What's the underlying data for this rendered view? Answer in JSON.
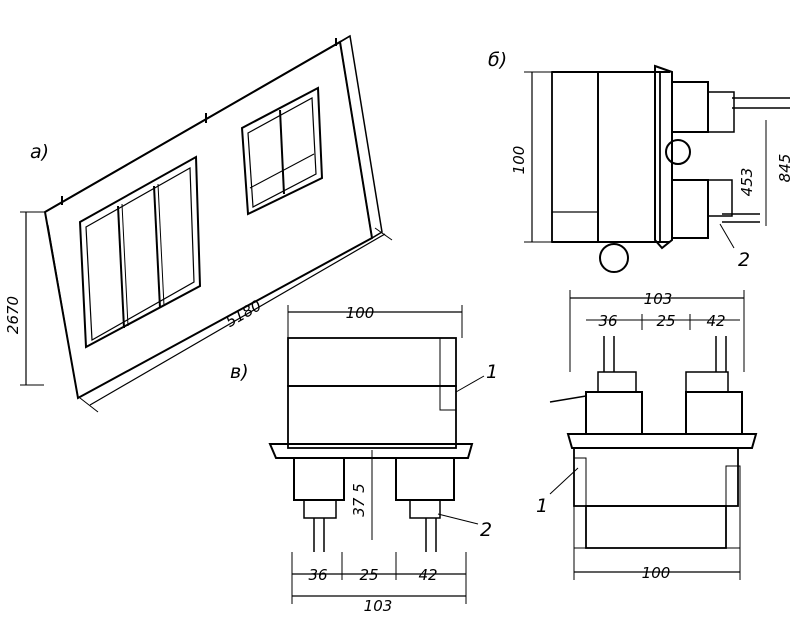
{
  "figure_a": {
    "panel_label": "a)",
    "height_dim": "2670",
    "length_dim": "5180"
  },
  "figure_b": {
    "panel_label": "б)",
    "thickness_dim": "100",
    "dim_453": "453",
    "dim_845": "845",
    "callout_2": "2"
  },
  "figure_v": {
    "panel_label": "в)",
    "top_dim": "100",
    "callout_1": "1",
    "callout_2": "2",
    "vertical_dim": "37 5",
    "bottom_dims": [
      "36",
      "25",
      "42"
    ],
    "total_dim": "103"
  },
  "figure_g": {
    "top_total_dim": "103",
    "top_dims": [
      "36",
      "25",
      "42"
    ],
    "callout_1": "1",
    "bottom_dim": "100"
  },
  "colors": {
    "ink": "#000000",
    "paper": "#ffffff"
  }
}
